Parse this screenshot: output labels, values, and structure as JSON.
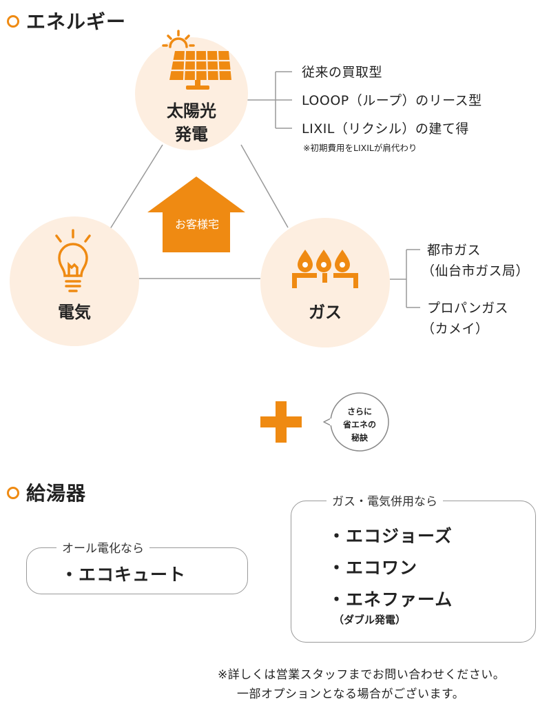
{
  "energy": {
    "section_title": "エネルギー",
    "solar": {
      "label_line1": "太陽光",
      "label_line2": "発電",
      "options": [
        "従来の買取型",
        "LOOOP（ループ）のリース型",
        "LIXIL（リクシル）の建て得"
      ],
      "note": "※初期費用をLIXILが肩代わり"
    },
    "electricity": {
      "label": "電気"
    },
    "gas": {
      "label": "ガス",
      "options": [
        {
          "line1": "都市ガス",
          "line2": "（仙台市ガス局）"
        },
        {
          "line1": "プロパンガス",
          "line2": "（カメイ）"
        }
      ]
    },
    "house_label": "お客様宅",
    "plus_bubble": {
      "line1": "さらに",
      "line2": "省エネの",
      "line3": "秘訣"
    }
  },
  "water_heater": {
    "section_title": "給湯器",
    "all_electric": {
      "title": "オール電化なら",
      "item": "・エコキュート"
    },
    "gas_electric": {
      "title": "ガス・電気併用なら",
      "items": [
        "・エコジョーズ",
        "・エコワン",
        "・エネファーム"
      ],
      "sub": "（ダブル発電）"
    }
  },
  "footer": {
    "line1": "※詳しくは営業スタッフまでお問い合わせください。",
    "line2": "一部オプションとなる場合がございます。"
  },
  "colors": {
    "accent": "#ef8a12",
    "circle_bg": "#fdeee0",
    "line": "#999999"
  }
}
